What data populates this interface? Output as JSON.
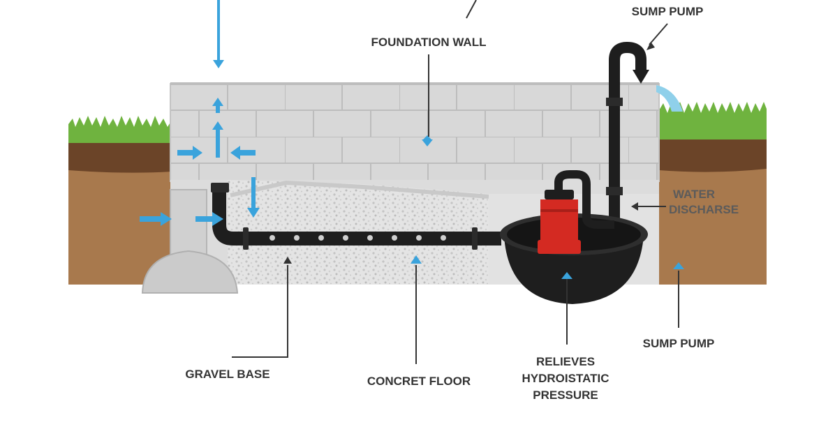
{
  "labels": {
    "foundation_wall": "FOUNDATION WALL",
    "sump_pump_top": "SUMP PUMP",
    "water_discharge_1": "WATER",
    "water_discharge_2": "DISCHARSE",
    "gravel_base": "GRAVEL BASE",
    "concrete_floor": "CONCRET FLOOR",
    "relieves_1": "RELIEVES",
    "relieves_2": "HYDROISTATIC",
    "relieves_3": "PRESSURE",
    "sump_pump_bottom": "SUMP PUMP"
  },
  "colors": {
    "arrow_blue": "#3aa3dc",
    "pump_red": "#d42a22",
    "pipe_black": "#1e1e1e",
    "grass_green": "#6fb33f",
    "soil_brown": "#a8794d",
    "topsoil_brown": "#6b4428",
    "block_gray": "#d3d3d3",
    "water_blue": "#8fd0ea"
  },
  "icons": [
    "water-flow-arrow-icon",
    "callout-arrow-icon"
  ]
}
